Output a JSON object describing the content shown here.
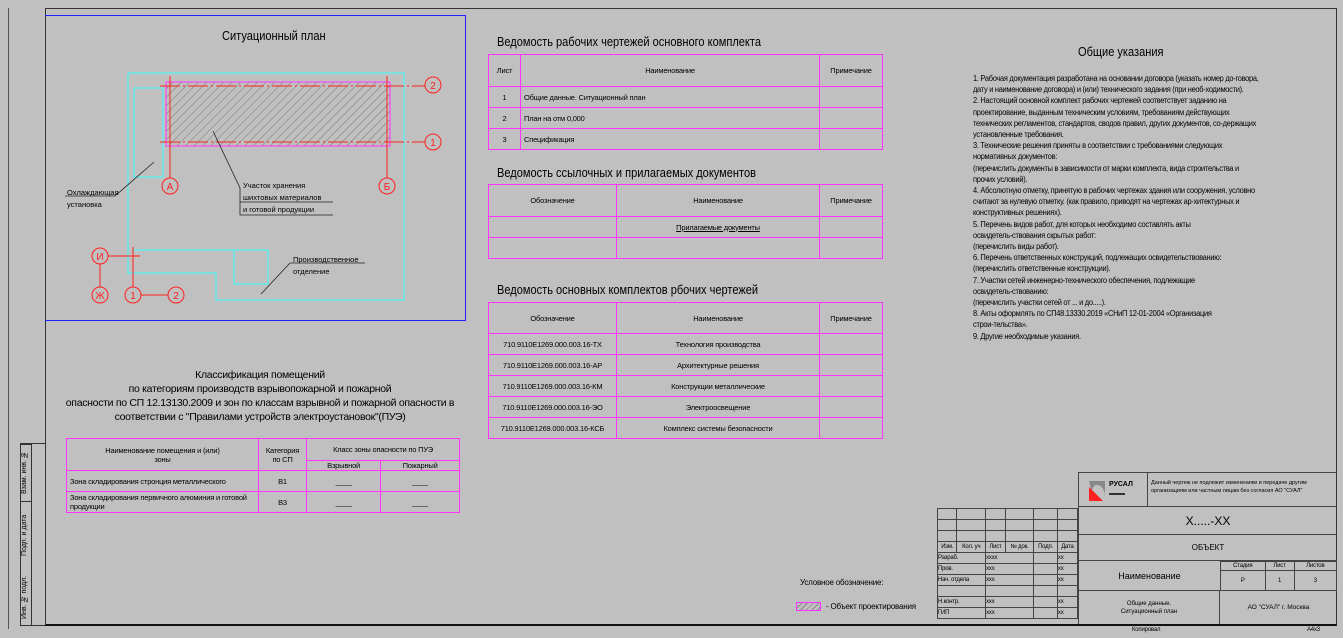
{
  "site_plan": {
    "title": "Ситуационный план",
    "cooling": [
      "Охлаждающая",
      "установка"
    ],
    "storage": [
      "Участок хранения",
      "шихтовых материалов",
      "и готовой продукции"
    ],
    "production": [
      "Производственное",
      "отделение"
    ],
    "axes": {
      "a": "А",
      "b": "Б",
      "one": "1",
      "two": "2",
      "i": "И",
      "zh": "Ж"
    }
  },
  "drawings": {
    "title": "Ведомость рабочих чертежей основного комплекта",
    "headers": [
      "Лист",
      "Наименование",
      "Примечание"
    ],
    "rows": [
      [
        "1",
        "Общие данные. Ситуационный план",
        ""
      ],
      [
        "2",
        "План на отм 0,000",
        ""
      ],
      [
        "3",
        "Спецификация",
        ""
      ]
    ]
  },
  "refdocs": {
    "title": "Ведомость ссылочных и прилагаемых документов",
    "headers": [
      "Обозначение",
      "Наименование",
      "Примечание"
    ],
    "attached": "Прилагаемые документы"
  },
  "sets": {
    "title": "Ведомость основных комплектов рбочих чертежей",
    "headers": [
      "Обозначение",
      "Наименование",
      "Примечание"
    ],
    "rows": [
      [
        "710.9110E1269.000.003.16-ТХ",
        "Технология производства"
      ],
      [
        "710.9110E1269.000.003.16-АР",
        "Архитектурные решения"
      ],
      [
        "710.9110E1269.000.003.16-КМ",
        "Конструкции металлические"
      ],
      [
        "710.9110E1269.000.003.16-ЭО",
        "Электроосвещение"
      ],
      [
        "710.9110E1269.000.003.16-КСБ",
        "Комплекс системы безопасности"
      ]
    ]
  },
  "classification": {
    "title": [
      "Классификация помещений",
      "по категориям производств взрывопожарной и пожарной",
      "опасности по СП 12.13130.2009 и зон по классам взрывной и пожарной опасности в",
      "соответствии с \"Правилами устройств электроустановок\"(ПУЭ)"
    ],
    "h_name": [
      "Наименование помещения и (или)",
      "зоны"
    ],
    "h_cat": [
      "Категория",
      "по СП"
    ],
    "h_class": "Класс зоны опасности по ПУЭ",
    "h_expl": "Взрывной",
    "h_fire": "Пожарный",
    "rows": [
      {
        "name": "Зона складирования стронция металлического",
        "cat": "В1",
        "expl": "____",
        "fire": "____"
      },
      {
        "name": "Зона складирования первичного алюминия и готовой продукции",
        "cat": "В3",
        "expl": "____",
        "fire": "____"
      }
    ]
  },
  "notes": {
    "title": "Общие указания",
    "lines": [
      "1. Рабочая документация разработана на основании договора (указать номер до-говора,",
      "дату и наименование договора) и (или) технического задания (при необ-ходимости).",
      "2. Настоящий основной комплект рабочих чертежей соответствует заданию на",
      "проектирование, выданным техническим условиям, требованиям действующих",
      "технических регламентов, стандартов, сводов правил, других документов, со-держащих",
      "установленные требования.",
      "3. Технические решения приняты в соответствии с требованиями следующих",
      "нормативных документов:",
      "(перечислить документы в зависимости от марки комплекта, вида строительства и",
      "прочих условий).",
      "4. Абсолютную отметку, принятую в рабочих чертежах здания или сооружения, условно",
      "считают за нулевую отметку. (как правило, приводят на чертежах ар-хитектурных и",
      "конструктивных решениях).",
      "5. Перечень видов работ, для которых необходимо составлять акты",
      "освидетель-ствования скрытых работ:",
      "(перечислить виды работ).",
      "6. Перечень ответственных конструкций, подлежащих освидетельствованию:",
      "(перечислить ответственные конструкции).",
      "7. Участки сетей инженерно-технического обеспечения, подлежащие",
      "освидетель-ствованию:",
      "(перечислить участки сетей от ... и до.....).",
      "8. Акты оформлять по СП48.13330.2019 «СНиП 12-01-2004 «Организация",
      "строи-тельства».",
      "9. Другие необходимые указания."
    ]
  },
  "legend": {
    "title": "Условное обозначение:",
    "item": "- Объект проектирования"
  },
  "side_stamp": [
    "Взам. инв. №",
    "Подп. и дата",
    "Инв. № подл."
  ],
  "title_block": {
    "logo": "РУСАЛ",
    "notice": [
      "Данный чертеж не подлежит изменениям и передаче другим",
      "организациям или частным лицам без согласия АО \"СУАЛ\""
    ],
    "code": "Х.....-ХХ",
    "object": "ОБЪЕКТ",
    "name": "Наименование",
    "stage_h": "Стадия",
    "sheet_h": "Лист",
    "sheets_h": "Листов",
    "stage": "Р",
    "sheet": "1",
    "sheets": "3",
    "sheet_title": [
      "Общие данные.",
      "Ситуационный план"
    ],
    "company": "АО \"СУАЛ\" г. Москва",
    "cols": [
      "Изм.",
      "Кол. уч",
      "Лист",
      "№ док.",
      "Подп.",
      "Дата"
    ],
    "people": [
      [
        "Разраб.",
        "xxxx",
        "xx"
      ],
      [
        "Пров.",
        "xxx",
        "xx"
      ],
      [
        "Нач. отдела",
        "xxx",
        "xx"
      ],
      [
        "",
        "",
        ""
      ],
      [
        "Н.контр.",
        "xxx",
        "xx"
      ],
      [
        "ГИП",
        "xxx",
        "xx"
      ]
    ],
    "copied": "Копировал",
    "format": "А4х3"
  },
  "colors": {
    "magenta": "#ff33ff",
    "cyan": "#33ffff",
    "red": "#ff2020",
    "blue": "#2020ff"
  }
}
